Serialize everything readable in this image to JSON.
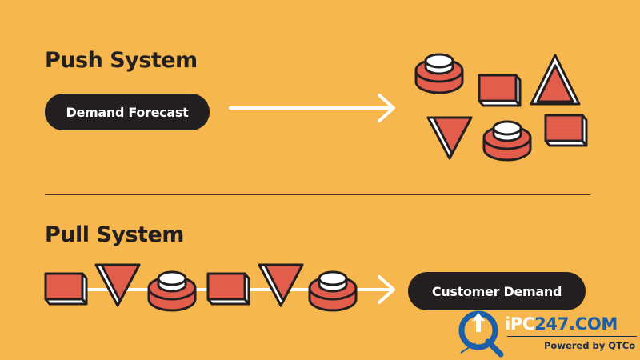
{
  "push": {
    "title": "Push System",
    "source_label": "Demand Forecast"
  },
  "pull": {
    "title": "Pull System",
    "target_label": "Customer Demand"
  },
  "logo": {
    "brand_prefix": "iPC",
    "brand_suffix": "247.COM",
    "tagline": "Powered by QTCo"
  },
  "colors": {
    "background": "#F6B74E",
    "shape_red": "#E25D4C",
    "outline": "#231F20",
    "arrow": "#FFFFFF",
    "pill": "#231F20",
    "logo_blue": "#1B5FA8"
  },
  "icons": {
    "push_cluster": [
      "cylinder-icon",
      "cube-icon",
      "triangle-up-icon",
      "triangle-down-icon",
      "cylinder-icon",
      "cube-icon"
    ],
    "pull_sequence": [
      "cube-icon",
      "triangle-down-icon",
      "cylinder-icon",
      "cube-icon",
      "triangle-down-icon",
      "cylinder-icon"
    ]
  }
}
